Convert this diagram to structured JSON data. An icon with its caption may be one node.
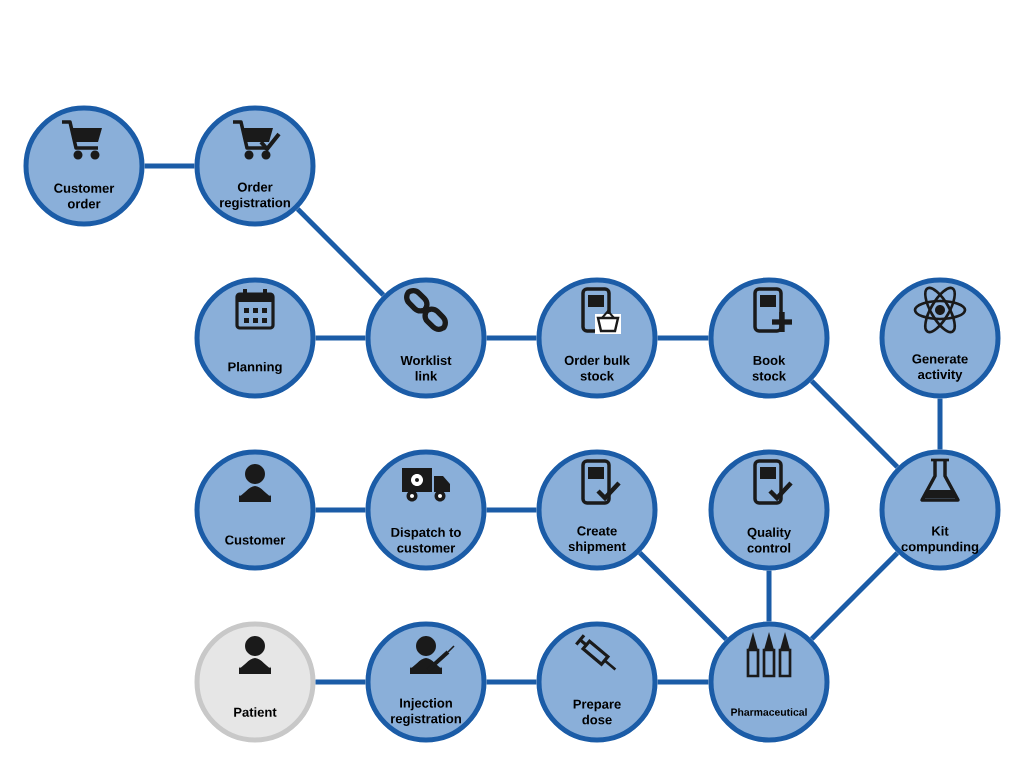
{
  "diagram": {
    "nodes": [
      {
        "text": [
          "Customer order"
        ]
      },
      {
        "text": [
          "Order registration"
        ]
      },
      {
        "text": [
          "Planning"
        ]
      },
      {
        "text": [
          "Worklist link"
        ]
      },
      {
        "text": [
          "Order bulk stock"
        ]
      },
      {
        "text": [
          "Book stock"
        ]
      },
      {
        "text": [
          "Generate activity"
        ]
      },
      {
        "text": [
          "Customer"
        ]
      },
      {
        "text": [
          "Dispatch to customer"
        ]
      },
      {
        "text": [
          "Create shipment"
        ]
      },
      {
        "text": [
          "Quality control"
        ]
      },
      {
        "text": [
          "Kit compunding"
        ]
      },
      {
        "text": [
          "Patient"
        ]
      },
      {
        "text": [
          "Injection registration"
        ]
      },
      {
        "text": [
          "Prepare dose"
        ]
      },
      {
        "text": [
          "Pharmaceutical"
        ]
      }
    ],
    "edges": [
      {
        "from": 0,
        "to": 1,
        "arrow": "none"
      },
      {
        "from": 1,
        "to": 3,
        "arrow": "none"
      },
      {
        "from": 2,
        "to": 3,
        "arrow": "none"
      },
      {
        "from": 3,
        "to": 4,
        "arrow": "none"
      },
      {
        "from": 4,
        "to": 5,
        "arrow": "none"
      },
      {
        "from": 5,
        "to": 11,
        "arrow": "none"
      },
      {
        "from": 6,
        "to": 11,
        "arrow": "none"
      },
      {
        "from": 7,
        "to": 8,
        "arrow": "none"
      },
      {
        "from": 8,
        "to": 9,
        "arrow": "none"
      },
      {
        "from": 9,
        "to": 15,
        "arrow": "none"
      },
      {
        "from": 10,
        "to": 15,
        "arrow": "none"
      },
      {
        "from": 11,
        "to": 15,
        "arrow": "none"
      },
      {
        "from": 12,
        "to": 13,
        "arrow": "none"
      },
      {
        "from": 13,
        "to": 14,
        "arrow": "none"
      },
      {
        "from": 14,
        "to": 15,
        "arrow": "none"
      }
    ]
  }
}
